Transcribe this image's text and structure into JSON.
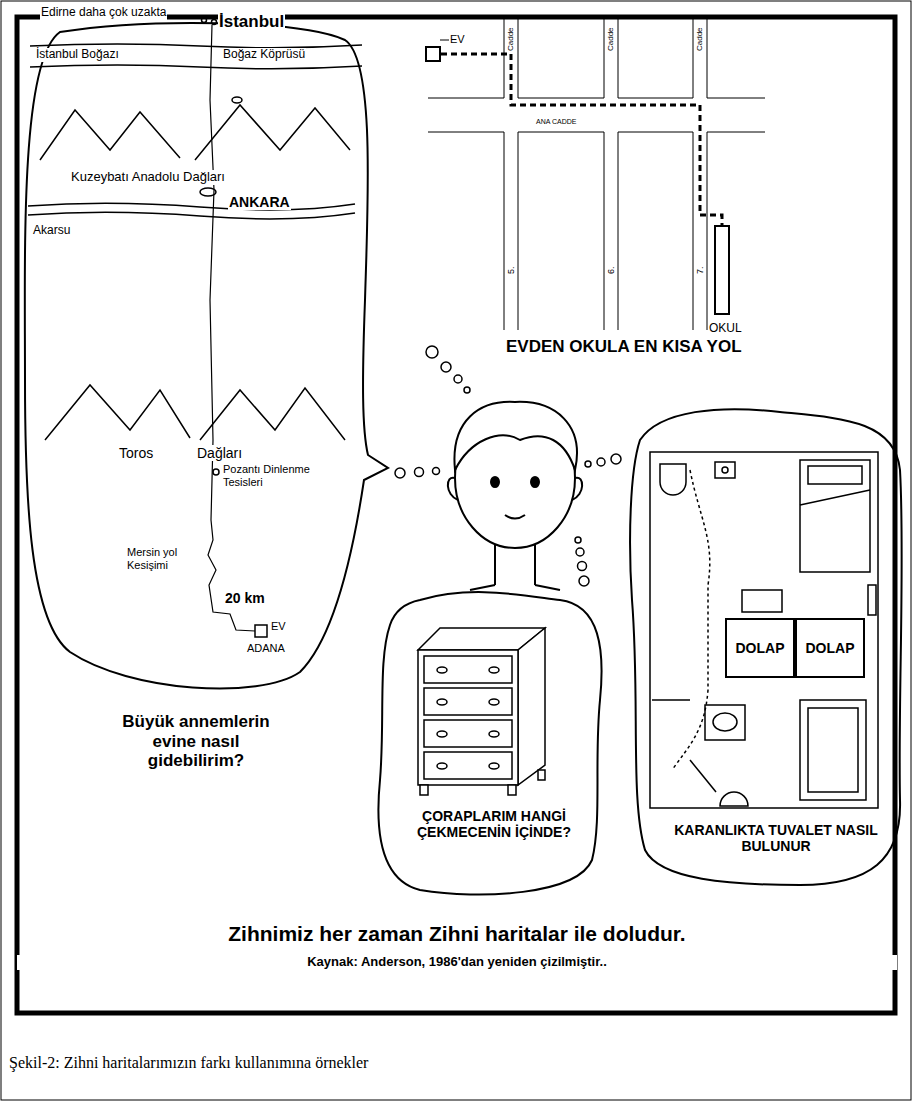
{
  "diagram": {
    "title": "Zihnimiz her zaman Zihni haritalar ile doludur.",
    "caption": "Şekil-2: Zihni haritalarımızın farkı kullanımına örnekler",
    "nodes": [
      {
        "text": [
          "Edirne daha çok uzakta",
          "İstanbul",
          "İstanbul Boğazı",
          "Boğaz Köprüsü",
          "Kuzeybatı Anadolu Dağları",
          "ANKARA",
          "Akarsu",
          "Toros",
          "Dağları",
          "Pozantı Dinlenme Tesisleri",
          "Mersin yol Kesişimi",
          "20 km",
          "EV",
          "ADANA"
        ]
      },
      {
        "text": [
          "EV"
        ]
      },
      {
        "text": [
          "OKUL"
        ]
      },
      {
        "text": [
          "ÇORAPLARIM HANGİ ÇEKMECENİN İÇİNDE?"
        ]
      },
      {
        "text": [
          "KARANLIKTA TUVALET NASIL BULUNUR"
        ]
      },
      {
        "text": [
          "DOLAP"
        ],
        "in": 4
      },
      {
        "text": [
          "DOLAP"
        ],
        "in": 4
      }
    ],
    "edges": [
      {
        "from": 1,
        "to": 2,
        "arrow": "none"
      }
    ],
    "labels": [
      "Büyük annemlerin evine nasıl gidebilirim?",
      "Cadde",
      "Cadde",
      "Cadde",
      "ANA CADDE",
      "5.",
      "6.",
      "7.",
      "EVDEN OKULA EN KISA YOL",
      "Kaynak: Anderson, 1986'dan yeniden çizilmiştir.."
    ]
  }
}
